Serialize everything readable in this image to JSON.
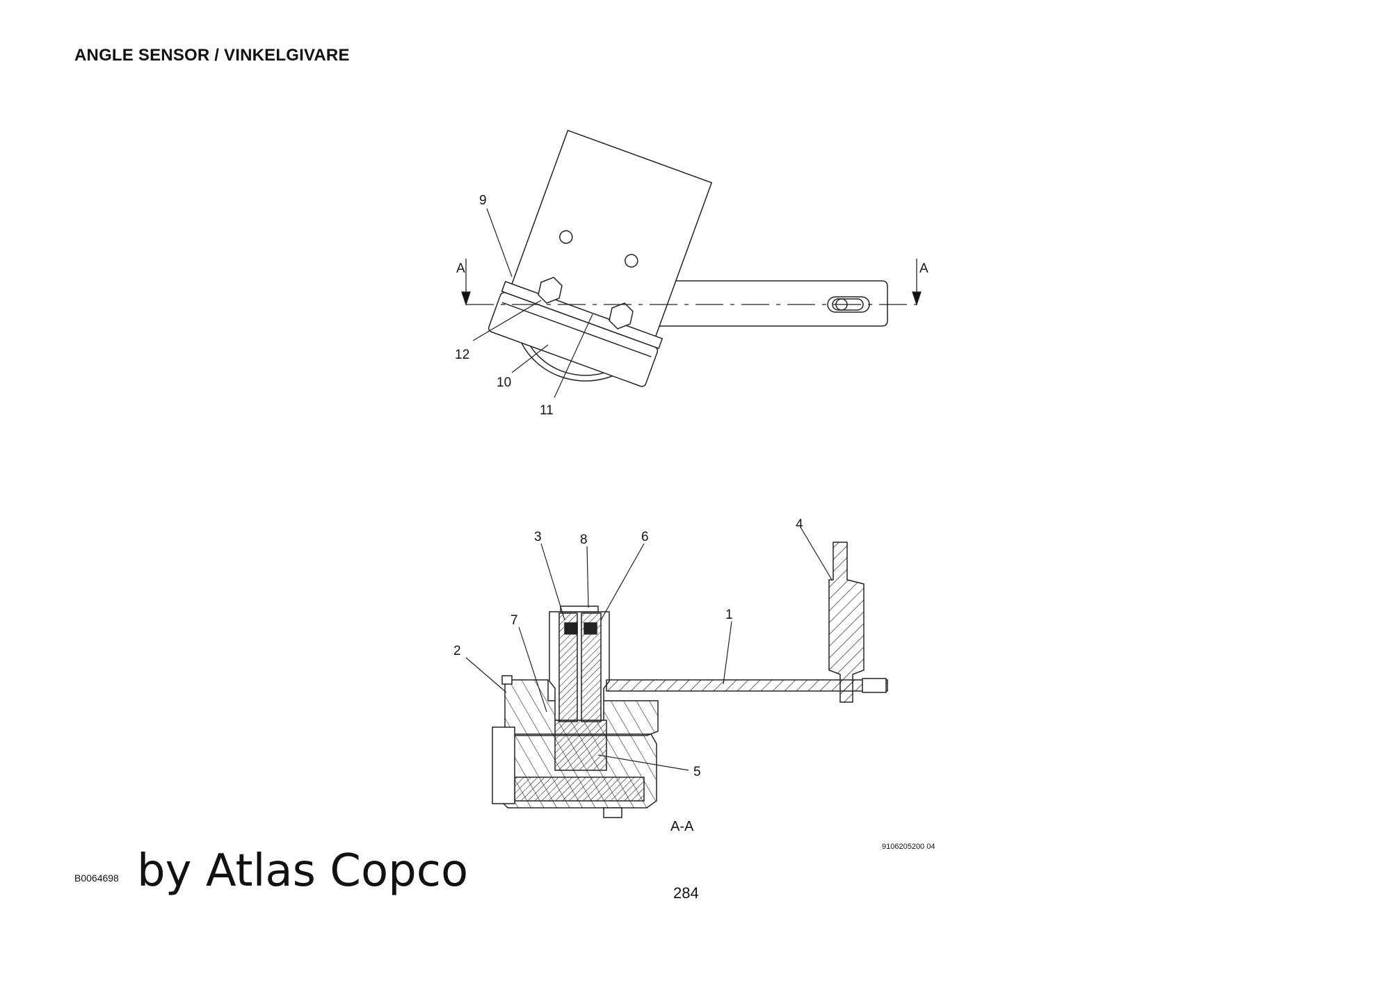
{
  "page": {
    "title": "ANGLE SENSOR / VINKELGIVARE",
    "image_code": "B0064698",
    "brand": "by Atlas Copco",
    "page_number": "284",
    "drawing_number": "9106205200 04",
    "section_label": "A-A"
  },
  "top_view": {
    "section_marks": [
      "A",
      "A"
    ],
    "callouts": [
      "9",
      "12",
      "10",
      "11"
    ]
  },
  "section_view": {
    "callouts": [
      "3",
      "8",
      "6",
      "4",
      "7",
      "1",
      "2",
      "5"
    ]
  }
}
